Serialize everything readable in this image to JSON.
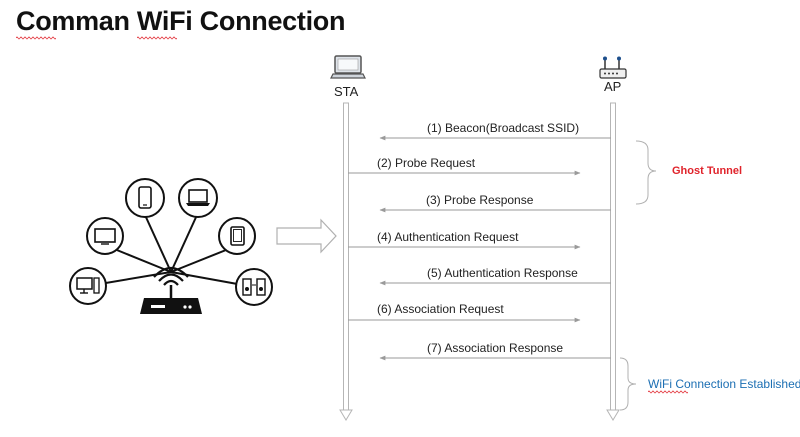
{
  "title": {
    "word1": "Comman",
    "word2": "WiFi",
    "word3": "Connection"
  },
  "nodes": {
    "sta": "STA",
    "ap": "AP"
  },
  "messages": [
    {
      "label": "(1) Beacon(Broadcast SSID)",
      "direction": "AP-to-STA"
    },
    {
      "label": "(2) Probe Request",
      "direction": "STA-to-AP"
    },
    {
      "label": "(3) Probe Response",
      "direction": "AP-to-STA"
    },
    {
      "label": "(4) Authentication Request",
      "direction": "STA-to-AP"
    },
    {
      "label": "(5) Authentication Response",
      "direction": "AP-to-STA"
    },
    {
      "label": "(6) Association Request",
      "direction": "STA-to-AP"
    },
    {
      "label": "(7) Association Response",
      "direction": "AP-to-STA"
    }
  ],
  "annotations": {
    "ghost_tunnel": "Ghost Tunnel",
    "established_prefix": "WiFi",
    "established_rest": " Connection Established"
  },
  "colors": {
    "accent_red": "#e0232b",
    "accent_blue": "#1c6fb3",
    "line_gray": "#9a9a9a"
  },
  "icons": [
    "laptop-icon",
    "router-icon",
    "wifi-hub-icon",
    "desktop-icon",
    "tv-icon",
    "phone-icon",
    "tablet-icon",
    "speaker-icon",
    "right-arrow-icon"
  ]
}
